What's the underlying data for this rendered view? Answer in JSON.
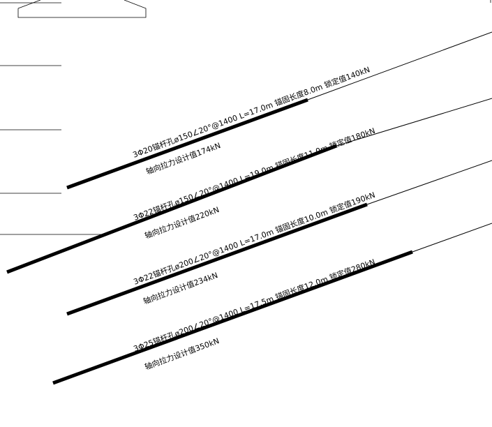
{
  "anchors": [
    {
      "spec": "3Φ20锚杆孔ø150∠20°@1400 L=17.0m 锚固长度8.0m 锁定值140kN",
      "design": "轴向拉力设计值174kN"
    },
    {
      "spec": "3Φ22锚杆孔ø150∠20°@1400 L=19.0m 锚固长度11.0m 锁定值180kN",
      "design": "轴向拉力设计值220kN"
    },
    {
      "spec": "3Φ22锚杆孔ø200∠20°@1400 L=17.0m 锚固长度10.0m 锁定值190kN",
      "design": "轴向拉力设计值234kN"
    },
    {
      "spec": "3Φ25锚杆孔ø200∠20°@1400 L=17.5m 锚固长度12.0m 锁定值280kN",
      "design": "轴向拉力设计值350kN"
    }
  ]
}
